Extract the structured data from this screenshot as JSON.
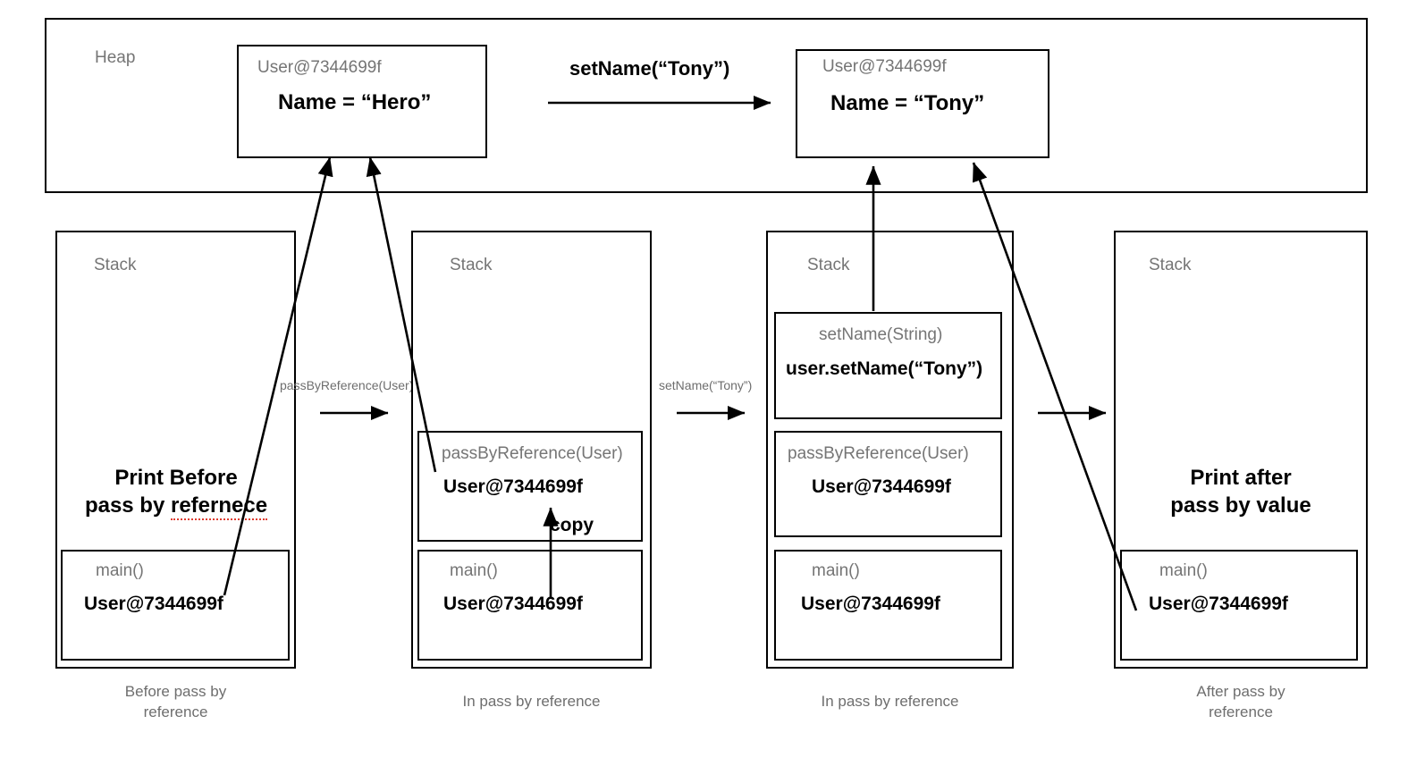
{
  "diagram": {
    "title_present": false,
    "colors": {
      "stroke": "#000000",
      "muted_text": "#757575",
      "body_text": "#000000",
      "spellcheck_underline": "#e03b2f",
      "background": "#ffffff"
    }
  },
  "heap": {
    "label": "Heap",
    "objects": [
      {
        "id": "heap-object-hero",
        "ref": "User@7344699f",
        "field": "Name = “Hero”"
      },
      {
        "id": "heap-object-tony",
        "ref": "User@7344699f",
        "field": "Name = “Tony”"
      }
    ],
    "transition": {
      "label": "setName(“Tony”)",
      "arrow": "right-arrow"
    }
  },
  "stacks": [
    {
      "id": "stack-1",
      "label": "Stack",
      "note_lines": [
        "Print Before",
        "pass by ",
        "refernece"
      ],
      "note_misspelled_word": "refernece",
      "frames": [
        {
          "name": "main()",
          "value": "User@7344699f"
        }
      ],
      "caption_lines": [
        "Before pass by",
        "reference"
      ]
    },
    {
      "id": "stack-2",
      "label": "Stack",
      "note_lines": [],
      "frames": [
        {
          "name": "passByReference(User)",
          "value": "User@7344699f",
          "annotation": "copy"
        },
        {
          "name": "main()",
          "value": "User@7344699f"
        }
      ],
      "caption_lines": [
        "In pass by reference"
      ]
    },
    {
      "id": "stack-3",
      "label": "Stack",
      "note_lines": [],
      "frames": [
        {
          "name": "setName(String)",
          "value": "user.setName(“Tony”)"
        },
        {
          "name": "passByReference(User)",
          "value": "User@7344699f"
        },
        {
          "name": "main()",
          "value": "User@7344699f"
        }
      ],
      "caption_lines": [
        "In pass by reference"
      ]
    },
    {
      "id": "stack-4",
      "label": "Stack",
      "note_lines": [
        "Print after",
        "pass by value"
      ],
      "frames": [
        {
          "name": "main()",
          "value": "User@7344699f"
        }
      ],
      "caption_lines": [
        "After pass by",
        "reference"
      ]
    }
  ],
  "connectors": [
    {
      "id": "connector-1",
      "label": "passByReference(User)",
      "arrow": "right-arrow"
    },
    {
      "id": "connector-2",
      "label": "setName(“Tony”)",
      "arrow": "right-arrow"
    },
    {
      "id": "connector-3",
      "label": "",
      "arrow": "right-arrow"
    }
  ],
  "reference_arrows": [
    {
      "id": "ref-arrow-main1-to-hero",
      "from": "stack-1 main()",
      "to": "heap-object-hero"
    },
    {
      "id": "ref-arrow-pbr2-to-hero",
      "from": "stack-2 passByReference(User)",
      "to": "heap-object-hero"
    },
    {
      "id": "ref-arrow-setname3-to-tony",
      "from": "stack-3 setName(String)",
      "to": "heap-object-tony"
    },
    {
      "id": "ref-arrow-main4-to-tony",
      "from": "stack-4 main()",
      "to": "heap-object-tony"
    },
    {
      "id": "copy-arrow",
      "from": "stack-2 main()",
      "to": "stack-2 passByReference(User)",
      "label": "copy"
    }
  ]
}
